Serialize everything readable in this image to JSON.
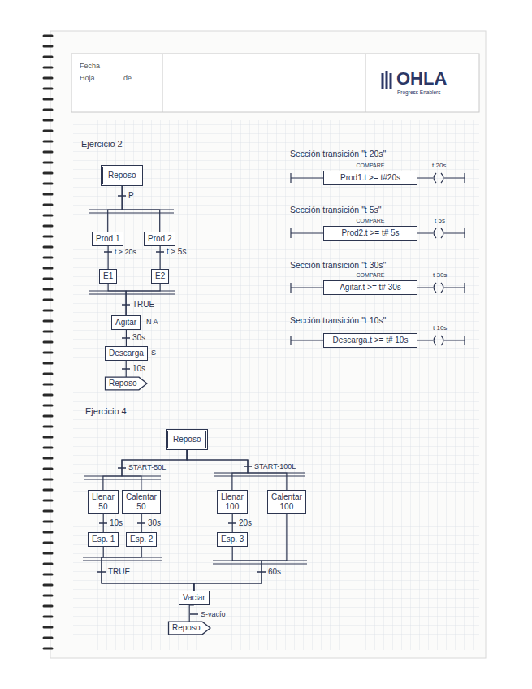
{
  "diagram": {
    "nodes": [
      {
        "text": [
          "Reposo"
        ]
      },
      {
        "text": [
          "Prod 1"
        ]
      },
      {
        "text": [
          "Prod 2"
        ]
      },
      {
        "text": [
          "E1"
        ]
      },
      {
        "text": [
          "E2"
        ]
      },
      {
        "text": [
          "Agitar"
        ]
      },
      {
        "text": [
          "Descarga"
        ]
      },
      {
        "text": [
          "Reposo"
        ]
      },
      {
        "text": [
          "COMPARE",
          "Prod1.t >= t#20s"
        ]
      },
      {
        "text": [
          "COMPARE",
          "Prod2.t >= t# 5s"
        ]
      },
      {
        "text": [
          "COMPARE",
          "Agitar.t >= t# 30s"
        ]
      },
      {
        "text": [
          "Descarga.t >= t# 10s"
        ]
      },
      {
        "text": [
          "Reposo"
        ]
      },
      {
        "text": [
          "Llenar 50"
        ]
      },
      {
        "text": [
          "Calentar 50"
        ]
      },
      {
        "text": [
          "Llenar 100"
        ]
      },
      {
        "text": [
          "Calentar 100"
        ]
      },
      {
        "text": [
          "Esp. 1"
        ]
      },
      {
        "text": [
          "Esp. 2"
        ]
      },
      {
        "text": [
          "Esp. 3"
        ]
      },
      {
        "text": [
          "Vaciar"
        ]
      },
      {
        "text": [
          "Reposo"
        ]
      }
    ],
    "edges": [
      {
        "from": 0,
        "to": 1,
        "label": "P",
        "arrow": "none"
      },
      {
        "from": 0,
        "to": 2,
        "arrow": "none"
      },
      {
        "from": 1,
        "to": 3,
        "label": "t ≥ 20s",
        "arrow": "none"
      },
      {
        "from": 2,
        "to": 4,
        "label": "t ≥ 5s",
        "arrow": "none"
      },
      {
        "from": 3,
        "to": 5,
        "label": "TRUE",
        "arrow": "none"
      },
      {
        "from": 4,
        "to": 5,
        "arrow": "none"
      },
      {
        "from": 5,
        "to": 6,
        "label": "30s",
        "arrow": "none"
      },
      {
        "from": 6,
        "to": 7,
        "label": "10s",
        "arrow": "none"
      },
      {
        "from": 12,
        "to": 13,
        "label": "START-50L",
        "arrow": "none"
      },
      {
        "from": 12,
        "to": 14,
        "arrow": "none"
      },
      {
        "from": 12,
        "to": 15,
        "label": "START-100L",
        "arrow": "none"
      },
      {
        "from": 12,
        "to": 16,
        "arrow": "none"
      },
      {
        "from": 13,
        "to": 17,
        "label": "10s",
        "arrow": "none"
      },
      {
        "from": 14,
        "to": 18,
        "label": "30s",
        "arrow": "none"
      },
      {
        "from": 15,
        "to": 19,
        "label": "20s",
        "arrow": "none"
      },
      {
        "from": 17,
        "to": 20,
        "label": "TRUE",
        "arrow": "none"
      },
      {
        "from": 18,
        "to": 20,
        "arrow": "none"
      },
      {
        "from": 19,
        "to": 20,
        "label": "60s",
        "arrow": "none"
      },
      {
        "from": 16,
        "to": 20,
        "arrow": "none"
      },
      {
        "from": 20,
        "to": 21,
        "label": "S-vacío",
        "arrow": "none"
      }
    ],
    "labels": [
      "Fecha",
      "Hoja",
      "de",
      "OHLA",
      "Progress Enablers",
      "Ejercicio 2",
      "N A",
      "S",
      "Sección transición \"t 20s\"",
      "t 20s",
      "Sección transición \"t 5s\"",
      "t 5s",
      "Sección transición \"t 30s\"",
      "t 30s",
      "Sección transición \"t 10s\"",
      "t 10s",
      "Ejercicio 4"
    ]
  }
}
